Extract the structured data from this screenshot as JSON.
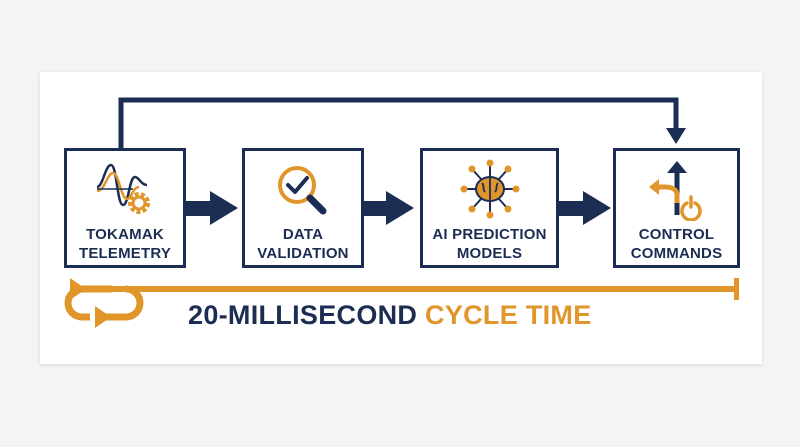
{
  "colors": {
    "navy": "#1b2d52",
    "orange": "#e0962a",
    "background": "#ffffff"
  },
  "stages": [
    {
      "line1": "TOKAMAK",
      "line2": "TELEMETRY",
      "icon": "waveform-gear-icon"
    },
    {
      "line1": "DATA",
      "line2": "VALIDATION",
      "icon": "magnifier-check-icon"
    },
    {
      "line1": "AI PREDICTION",
      "line2": "MODELS",
      "icon": "brain-network-icon"
    },
    {
      "line1": "CONTROL",
      "line2": "COMMANDS",
      "icon": "split-arrow-power-icon"
    }
  ],
  "cycle": {
    "part1": "20-MILLISECOND",
    "part2": "CYCLE TIME",
    "icon": "loop-arrows-icon"
  }
}
